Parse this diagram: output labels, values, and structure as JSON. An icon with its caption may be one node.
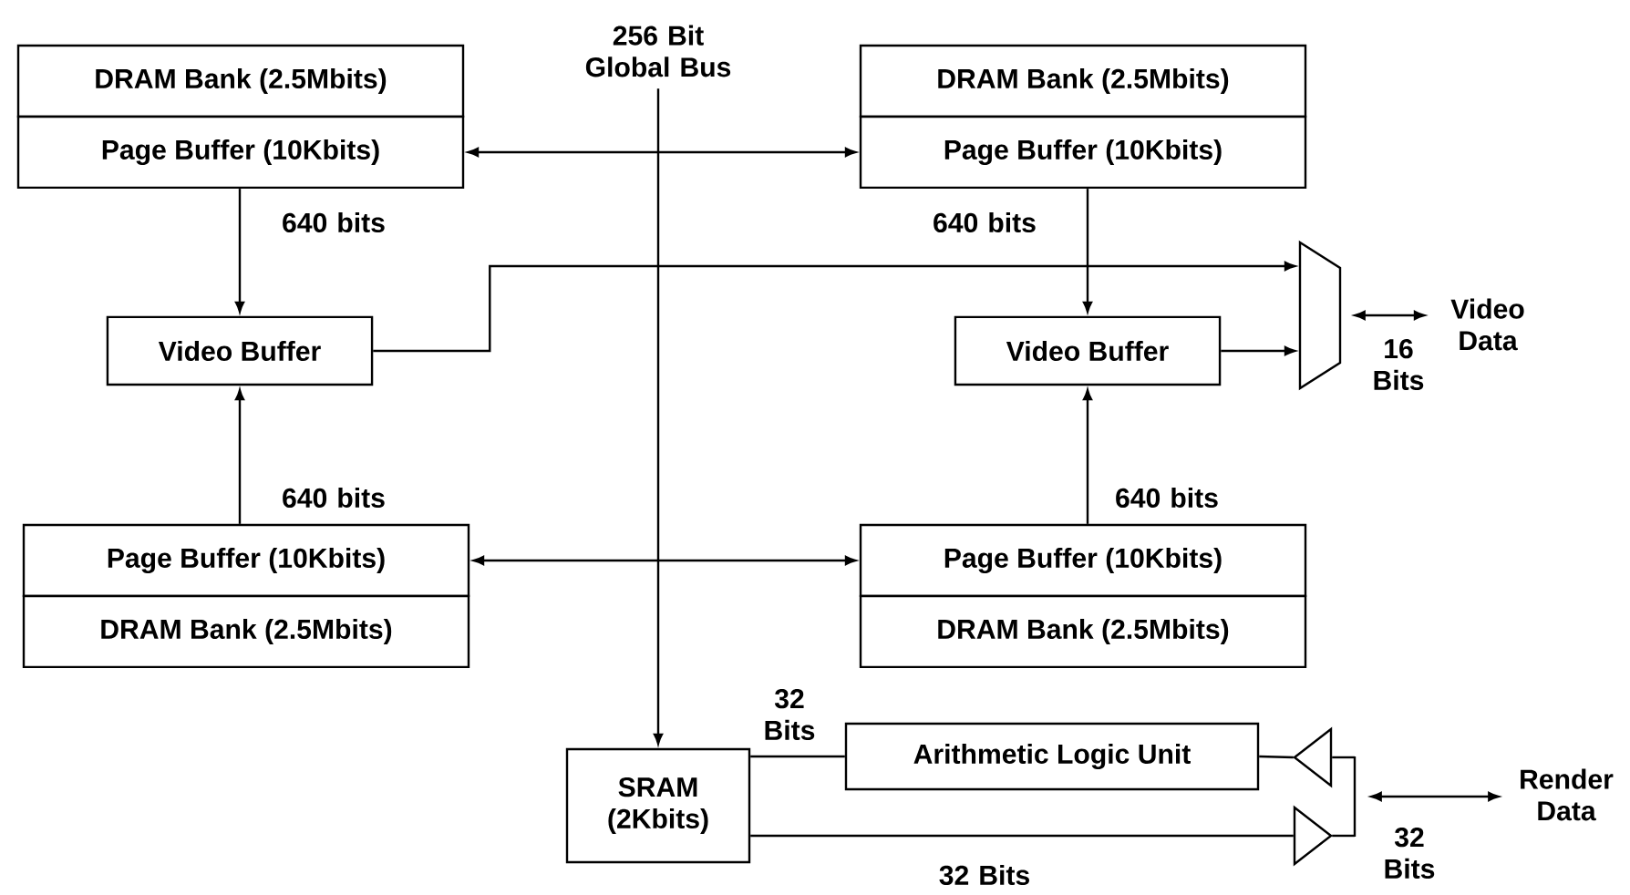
{
  "diagram": {
    "nodes": [
      {
        "text": [
          "DRAM Bank (2.5Mbits)"
        ]
      },
      {
        "text": [
          "Page Buffer (10Kbits)"
        ]
      },
      {
        "text": [
          "256 Bit Global Bus"
        ]
      },
      {
        "text": [
          "DRAM Bank (2.5Mbits)"
        ]
      },
      {
        "text": [
          "Page Buffer (10Kbits)"
        ]
      },
      {
        "text": [
          "Video Buffer"
        ]
      },
      {
        "text": [],
        "shape": "trapezoid"
      },
      {
        "text": [
          "Video Buffer"
        ]
      },
      {
        "text": [
          "Video Data"
        ]
      },
      {
        "text": [
          "Page Buffer (10Kbits)"
        ]
      },
      {
        "text": [
          "DRAM Bank (2.5Mbits)"
        ]
      },
      {
        "text": [
          "Page Buffer (10Kbits)"
        ]
      },
      {
        "text": [
          "DRAM Bank (2.5Mbits)"
        ]
      },
      {
        "text": [
          "SRAM (2Kbits)"
        ]
      },
      {
        "text": [
          "Arithmetic Logic Unit"
        ]
      },
      {
        "text": [],
        "shape": "triangle"
      },
      {
        "text": [],
        "shape": "triangle"
      },
      {
        "text": [
          "Render Data"
        ]
      },
      {
        "text": [],
        "shape": "bar"
      }
    ],
    "edges": [
      {
        "from": 2,
        "to": 13,
        "arrow": "to"
      },
      {
        "from": 1,
        "to": 4,
        "arrow": "both"
      },
      {
        "from": 9,
        "to": 11,
        "arrow": "both"
      },
      {
        "from": 1,
        "to": 5,
        "arrow": "to",
        "label": "640 bits"
      },
      {
        "from": 4,
        "to": 7,
        "arrow": "to",
        "label": "640 bits"
      },
      {
        "from": 9,
        "to": 5,
        "arrow": "to",
        "label": "640 bits"
      },
      {
        "from": 11,
        "to": 7,
        "arrow": "to",
        "label": "640 bits"
      },
      {
        "from": 5,
        "to": 6,
        "arrow": "to"
      },
      {
        "from": 7,
        "to": 6,
        "arrow": "to"
      },
      {
        "from": 6,
        "to": 8,
        "arrow": "both",
        "label": "16 Bits"
      },
      {
        "from": 13,
        "to": 14,
        "arrow": "none",
        "label": "32 Bits"
      },
      {
        "from": 15,
        "to": 14,
        "arrow": "none"
      },
      {
        "from": 13,
        "to": 16,
        "arrow": "none",
        "label": "32 Bits"
      },
      {
        "from": 15,
        "to": 18,
        "arrow": "none"
      },
      {
        "from": 16,
        "to": 18,
        "arrow": "none"
      },
      {
        "from": 18,
        "to": 17,
        "arrow": "both",
        "label": "32 Bits"
      }
    ]
  }
}
